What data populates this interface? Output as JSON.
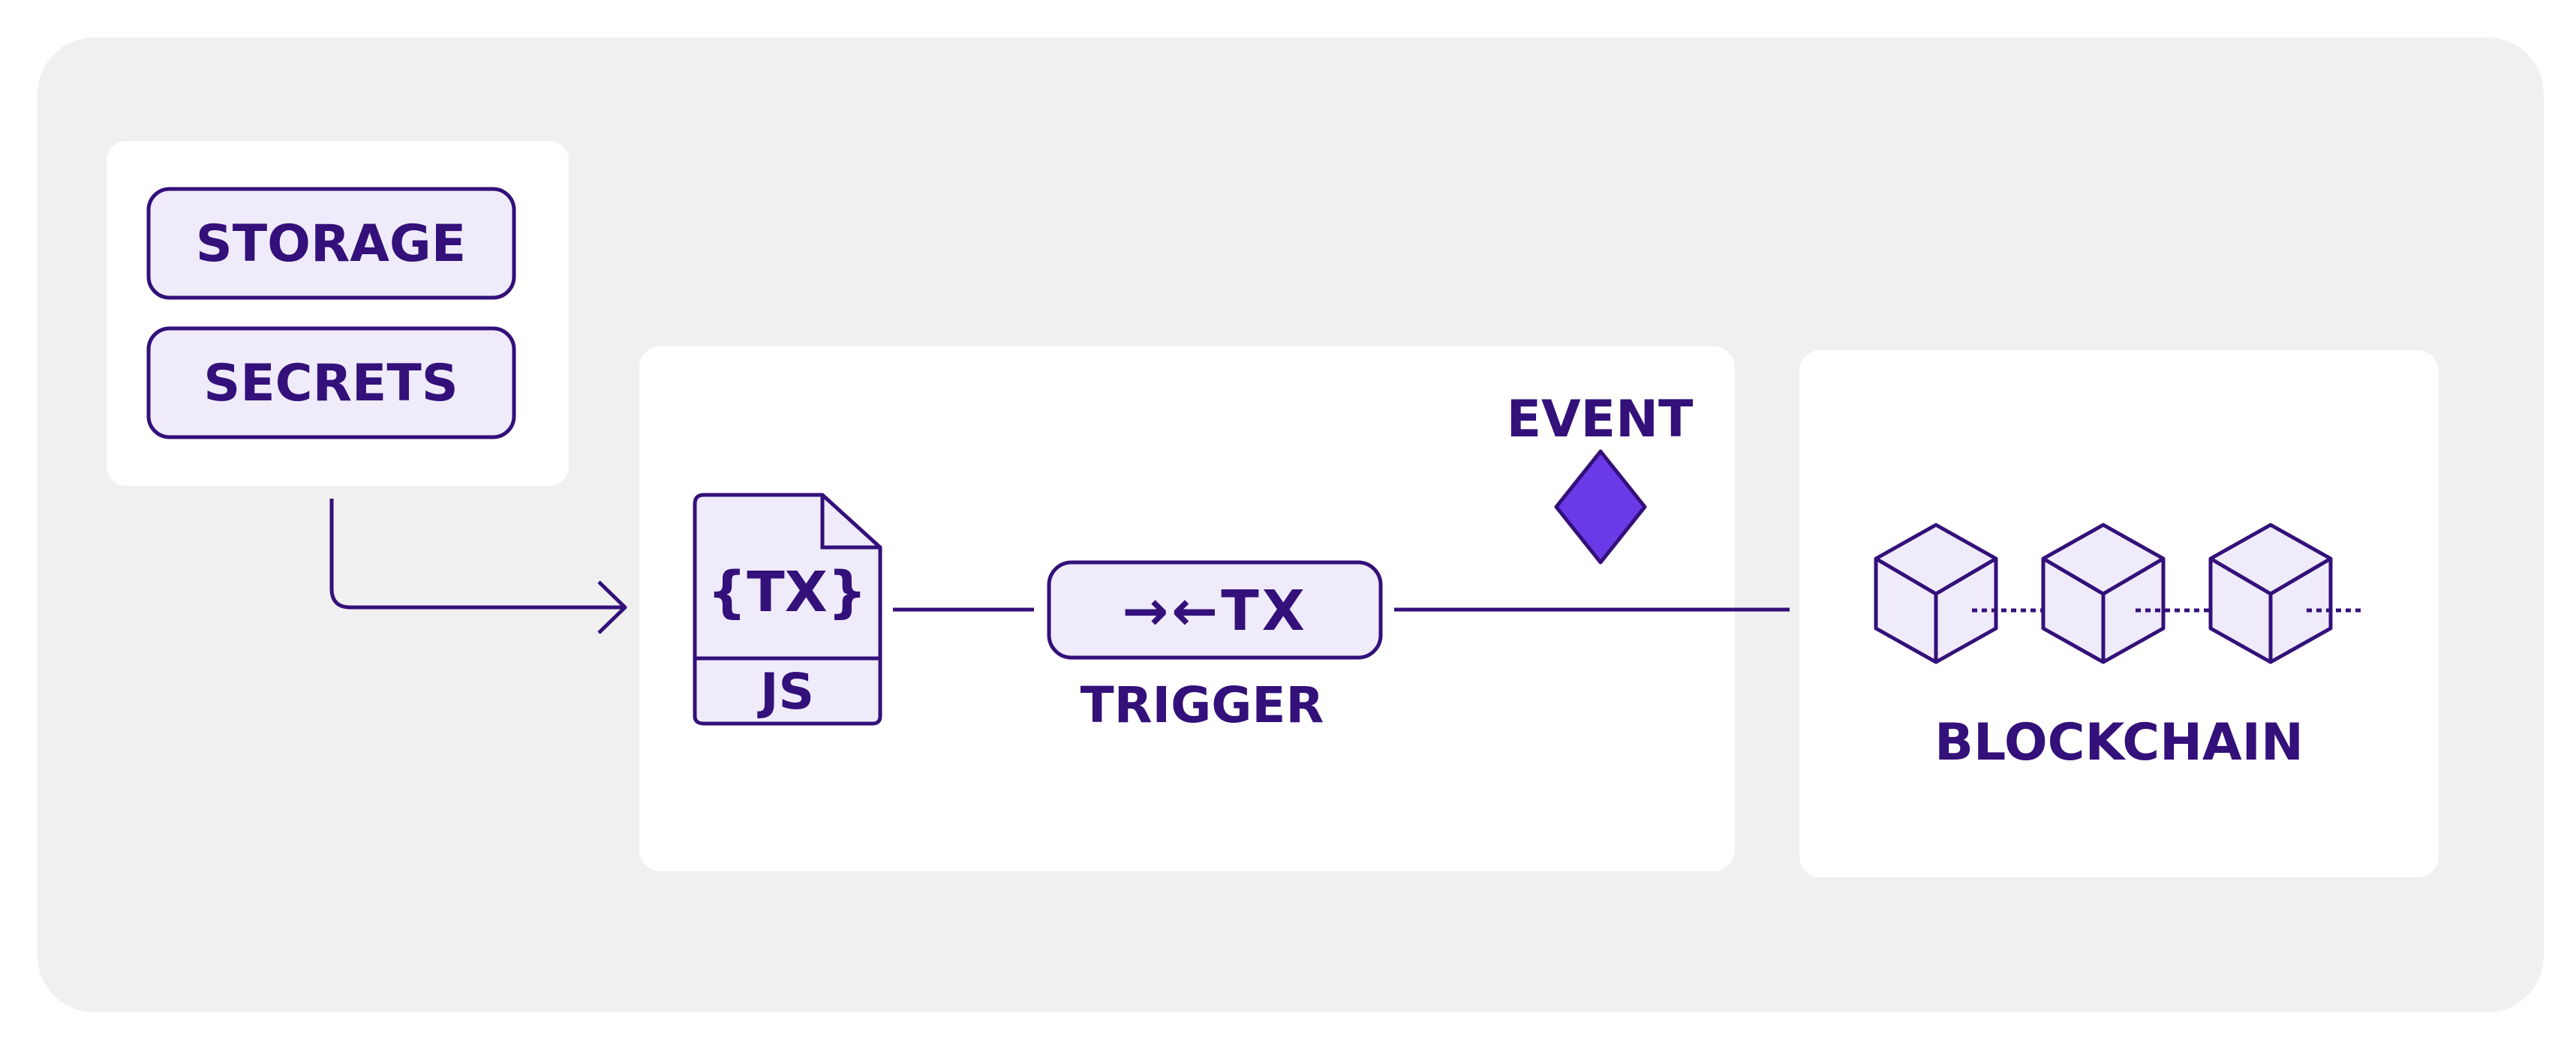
{
  "colors": {
    "outer_background": "#f0f0f0",
    "panel_background": "#ffffff",
    "stroke": "#33107a",
    "fill_light": "#efebfb",
    "event_fill": "#6b3ae8",
    "label_text": "#33107a"
  },
  "data_sources": {
    "storage_label": "STORAGE",
    "secrets_label": "SECRETS"
  },
  "function": {
    "doc_title": "{TX}",
    "doc_footer": "JS"
  },
  "trigger": {
    "button_text": "→←TX",
    "caption": "TRIGGER"
  },
  "event": {
    "label": "EVENT",
    "icon": "diamond-icon"
  },
  "blockchain": {
    "label": "BLOCKCHAIN",
    "icon": "cube-icon"
  }
}
